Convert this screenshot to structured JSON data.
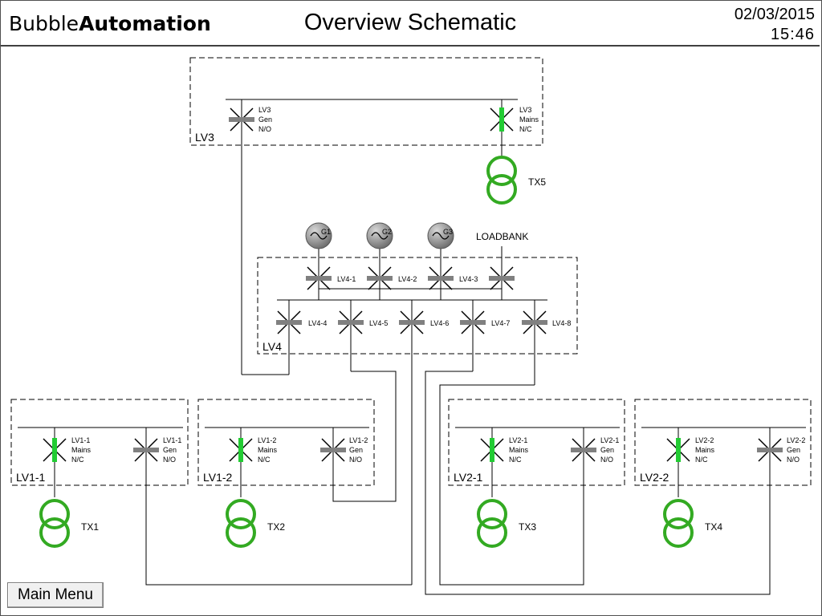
{
  "app": {
    "brand_light": "Bubble",
    "brand_bold": "Automation",
    "title": "Overview Schematic",
    "date": "02/03/2015",
    "time": "15:46"
  },
  "colors": {
    "closed": "#22cc33",
    "open": "#808080",
    "transformer": "#33aa22",
    "line": "#000000"
  },
  "panels": {
    "lv3": "LV3",
    "lv4": "LV4",
    "lv1_1": "LV1-1",
    "lv1_2": "LV1-2",
    "lv2_1": "LV2-1",
    "lv2_2": "LV2-2"
  },
  "breakers": {
    "lv3_gen": [
      "LV3",
      "Gen",
      "N/O"
    ],
    "lv3_mains": [
      "LV3",
      "Mains",
      "N/C"
    ],
    "lv4_1": "LV4-1",
    "lv4_2": "LV4-2",
    "lv4_3": "LV4-3",
    "lv4_4": "LV4-4",
    "lv4_5": "LV4-5",
    "lv4_6": "LV4-6",
    "lv4_7": "LV4-7",
    "lv4_8": "LV4-8",
    "lv1_1_mains": [
      "LV1-1",
      "Mains",
      "N/C"
    ],
    "lv1_1_gen": [
      "LV1-1",
      "Gen",
      "N/O"
    ],
    "lv1_2_mains": [
      "LV1-2",
      "Mains",
      "N/C"
    ],
    "lv1_2_gen": [
      "LV1-2",
      "Gen",
      "N/O"
    ],
    "lv2_1_mains": [
      "LV2-1",
      "Mains",
      "N/C"
    ],
    "lv2_1_gen": [
      "LV2-1",
      "Gen",
      "N/O"
    ],
    "lv2_2_mains": [
      "LV2-2",
      "Mains",
      "N/C"
    ],
    "lv2_2_gen": [
      "LV2-2",
      "Gen",
      "N/O"
    ]
  },
  "generators": {
    "g1": "G1",
    "g2": "G2",
    "g3": "G3",
    "loadbank": "LOADBANK"
  },
  "transformers": {
    "tx1": "TX1",
    "tx2": "TX2",
    "tx3": "TX3",
    "tx4": "TX4",
    "tx5": "TX5"
  },
  "buttons": {
    "main_menu": "Main Menu"
  }
}
